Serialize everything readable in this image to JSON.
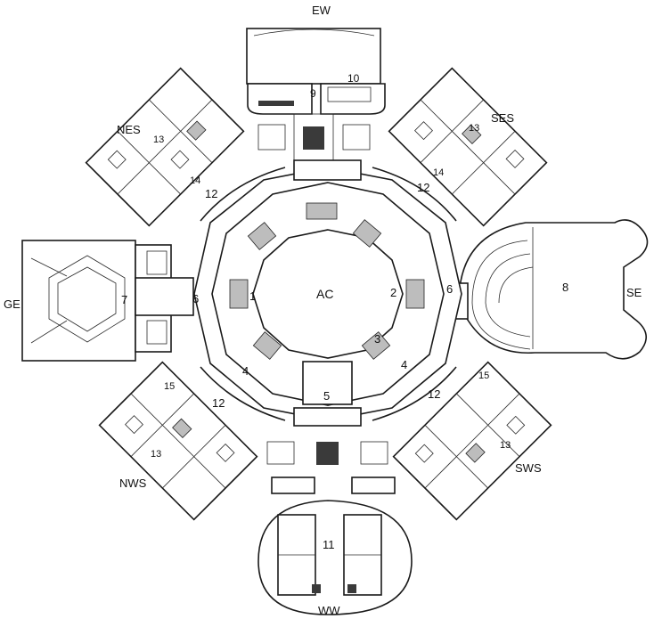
{
  "wings": {
    "ew": "EW",
    "ww": "WW",
    "ge": "GE",
    "se": "SE",
    "nes": "NES",
    "ses": "SES",
    "nws": "NWS",
    "sws": "SWS"
  },
  "center": {
    "ac": "AC"
  },
  "numbers": {
    "n1": "1",
    "n2": "2",
    "n3": "3",
    "n4_left": "4",
    "n4_right": "4",
    "n5": "5",
    "n6_left": "6",
    "n6_right": "6",
    "n7": "7",
    "n8": "8",
    "n9": "9",
    "n10": "10",
    "n11": "11",
    "n12_nw": "12",
    "n12_ne": "12",
    "n12_sw": "12",
    "n12_se": "12",
    "n13_nes": "13",
    "n13_ses": "13",
    "n13_nws": "13",
    "n13_sws": "13",
    "n14_nes": "14",
    "n14_ses": "14",
    "n15_nws": "15",
    "n15_sws": "15"
  }
}
